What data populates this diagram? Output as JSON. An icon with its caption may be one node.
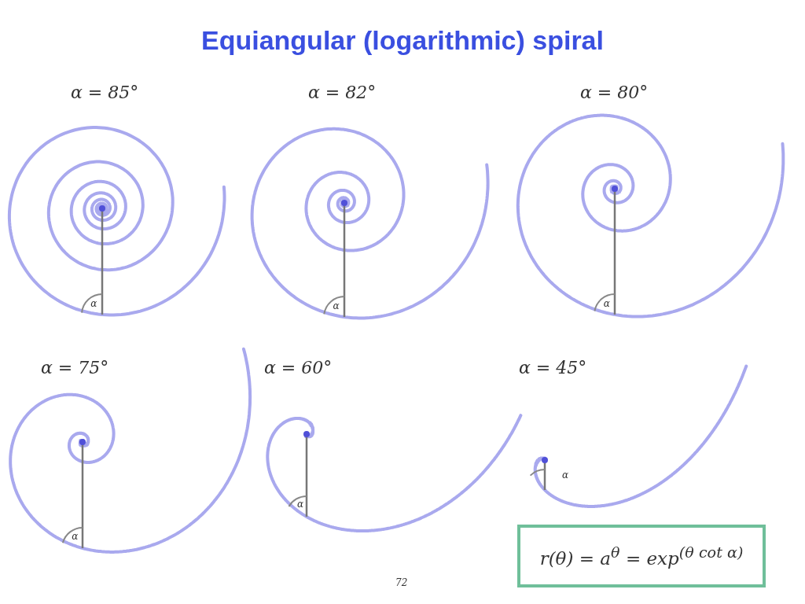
{
  "diagram": {
    "title": "Equiangular (logarithmic) spiral",
    "nodes": [
      {
        "text": [
          "r(θ) = a$^{θ}$ = exp$^{(θ cot α)}$"
        ]
      }
    ],
    "labels": [
      "α = 85°",
      "α = 82°",
      "α = 80°",
      "α = 75°",
      "α = 60°",
      "α = 45°",
      "α",
      "α",
      "α",
      "α",
      "α",
      "α",
      "72"
    ]
  }
}
